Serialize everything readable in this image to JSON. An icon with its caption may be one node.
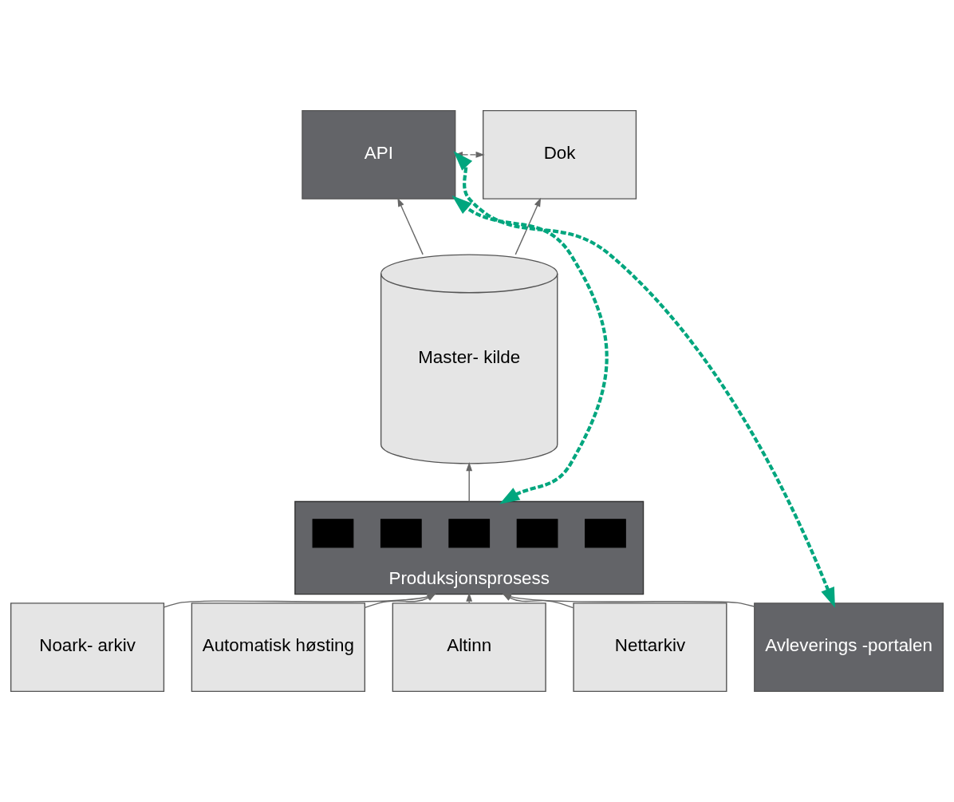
{
  "diagram": {
    "nodes": [
      {
        "text": [
          "Dok"
        ]
      },
      {
        "text": [
          "API"
        ]
      },
      {
        "text": [
          "Master- kilde"
        ]
      },
      {
        "text": [
          "Produksjonsprosess"
        ]
      },
      {
        "text": [
          "Noark- arkiv"
        ]
      },
      {
        "text": [
          "Automatisk høsting"
        ]
      },
      {
        "text": [
          "Altinn"
        ]
      },
      {
        "text": [
          "Nettarkiv"
        ]
      },
      {
        "text": [
          "Avleverings -portalen"
        ]
      },
      {
        "text": [],
        "shape": "box",
        "in": 3
      },
      {
        "text": [],
        "shape": "box",
        "in": 3
      },
      {
        "text": [],
        "shape": "box",
        "in": 3
      },
      {
        "text": [],
        "shape": "box",
        "in": 3
      },
      {
        "text": [],
        "shape": "box",
        "in": 3
      }
    ],
    "edges": [
      {
        "from": 0,
        "to": 1,
        "arrow": "both",
        "style": "dashed"
      },
      {
        "from": 2,
        "to": 0,
        "arrow": "to"
      },
      {
        "from": 2,
        "to": 1,
        "arrow": "to"
      },
      {
        "from": 3,
        "to": 2,
        "arrow": "to"
      },
      {
        "from": 4,
        "to": 3,
        "arrow": "to"
      },
      {
        "from": 5,
        "to": 3,
        "arrow": "to"
      },
      {
        "from": 6,
        "to": 3,
        "arrow": "to"
      },
      {
        "from": 7,
        "to": 3,
        "arrow": "to"
      },
      {
        "from": 8,
        "to": 3,
        "arrow": "to"
      },
      {
        "from": 1,
        "to": 3,
        "arrow": "both",
        "style": "dashed",
        "color": "#00a67e"
      },
      {
        "from": 1,
        "to": 8,
        "arrow": "both",
        "style": "dashed",
        "color": "#00a67e"
      }
    ]
  }
}
